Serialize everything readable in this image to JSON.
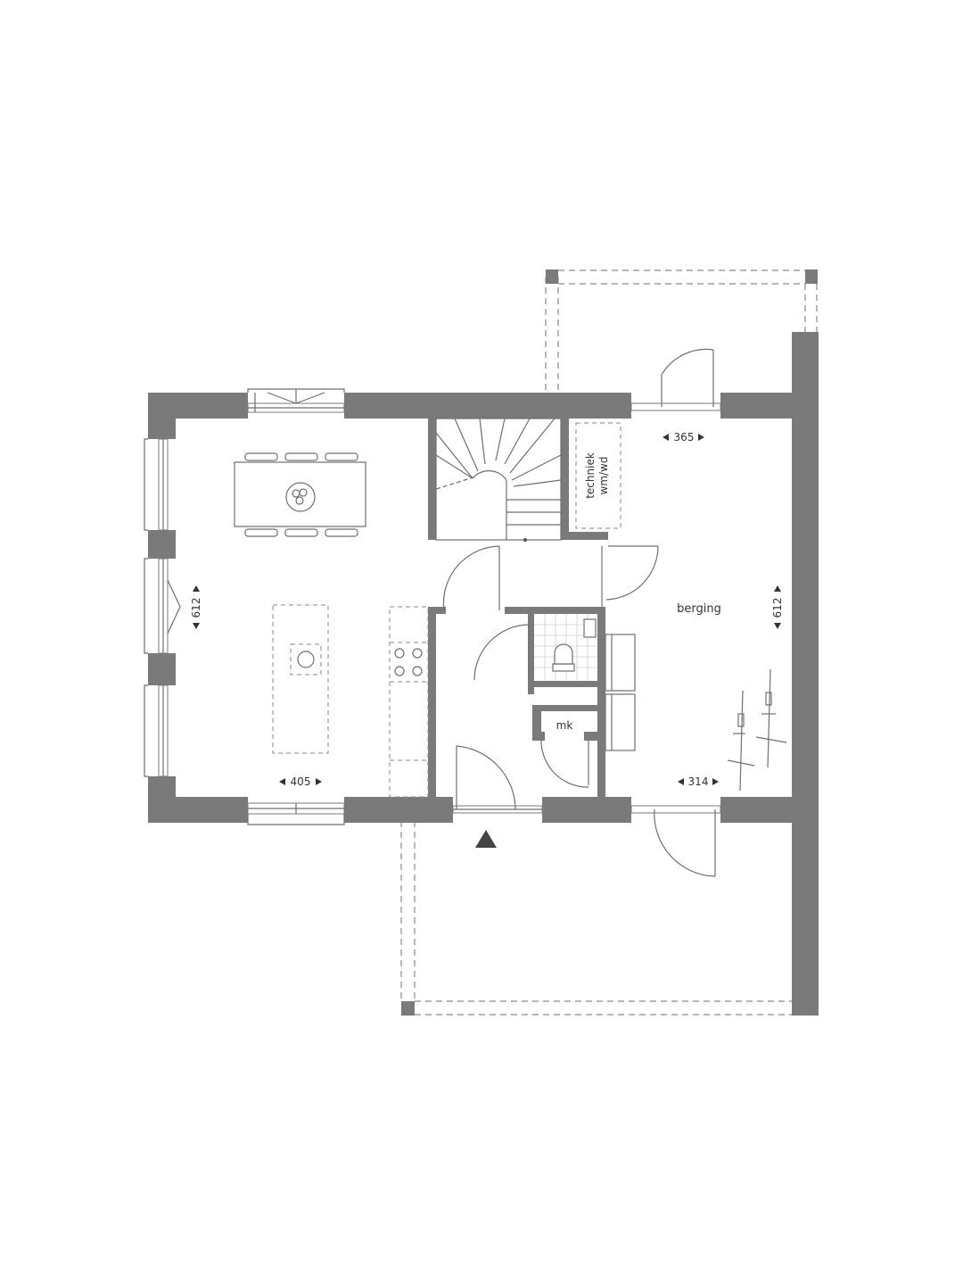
{
  "plan": {
    "rooms": {
      "storage": "berging",
      "technical": "techniek",
      "washer_dryer": "wm/wd",
      "meter_cupboard": "mk"
    },
    "dimensions": {
      "living_width": "405",
      "living_depth": "612",
      "storage_width_top": "365",
      "storage_width_bottom": "314",
      "storage_depth": "612"
    },
    "entrance_marker": "entrance-triangle",
    "colors": {
      "wall": "#7a7a7a",
      "line": "#6f6f6f",
      "background": "#ffffff"
    }
  }
}
